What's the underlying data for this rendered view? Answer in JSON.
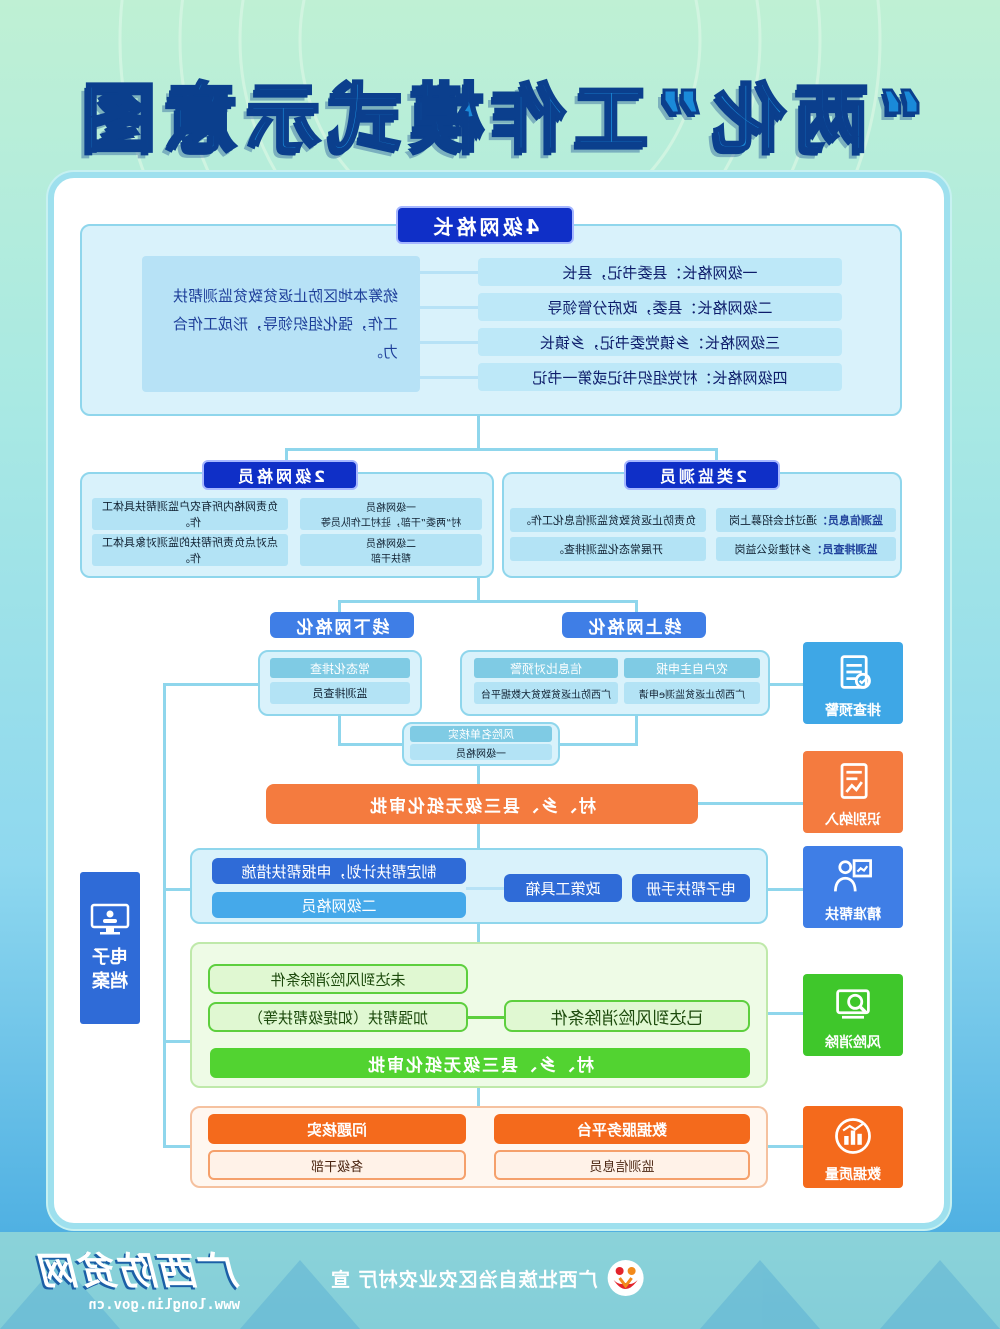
{
  "title": "“两化”工作模式示意图",
  "top": {
    "header": "4级网格长",
    "description": "统筹本地区防止返贫致贫监测帮扶工作，强化组织领导，形成工作合力。",
    "levels": [
      "一级网格长：县委书记，县长",
      "二级网格长：县委，政府分管领导",
      "三级网格长：乡镇党委书记，乡镇长",
      "四级网格长：村党组织书记或第一书记"
    ]
  },
  "left_group": {
    "header": "2级网格员",
    "rows": [
      {
        "label": "一级网格员",
        "label2": "村“两委”干部，驻村工作队员等",
        "desc": "负责网格内所有农户监测帮扶具体工作。"
      },
      {
        "label": "二级网格员",
        "label2": "帮扶干部",
        "desc": "点对点负责所帮扶的监测对象具体工作。"
      }
    ]
  },
  "right_group": {
    "header": "2类监测员",
    "rows": [
      {
        "label_key": "监测信息员：",
        "label_val": "通过社会招募上岗",
        "desc": "负责防止返贫致贫监测信息化工作。"
      },
      {
        "label_key": "监测排查员：",
        "label_val": "乡村建设公益岗",
        "desc": "开展常态化监测排查。"
      }
    ]
  },
  "offline": {
    "header": "线下网格化",
    "cell_header": "常态化排查",
    "cell_value": "监测排查员"
  },
  "online": {
    "header": "线上网格化",
    "cells": [
      {
        "header": "农户自主申报",
        "value": "广西防止返贫监测e申请"
      },
      {
        "header": "信息比对预警",
        "value": "广西防止返贫致贫大数据平台"
      }
    ]
  },
  "verify": {
    "header": "风险名单核实",
    "value": "一级网格员"
  },
  "approve1": "村、乡、县三级无纸化审批",
  "assist": {
    "plan": "制定帮扶计划，申报帮扶措施",
    "grid": "二级网格员",
    "tools": "政策工具箱",
    "manual": "电子帮扶手册"
  },
  "eliminate": {
    "not_reached": "未达到风险消除条件",
    "strengthen": "加强帮扶（如提级帮扶等）",
    "reached": "已达到风险消除条件",
    "approve": "村、乡、县三级无纸化审批"
  },
  "quality": {
    "service": "数据服务平台",
    "service_sub": "监测信息员",
    "check": "问题核实",
    "check_sub": "各级干部"
  },
  "archive": {
    "label": "电子档案"
  },
  "side": [
    {
      "label": "排查预警",
      "icon": "checklist-icon",
      "color": "#3ea7e6"
    },
    {
      "label": "识别纳入",
      "icon": "document-icon",
      "color": "#f47b3f"
    },
    {
      "label": "精准帮扶",
      "icon": "presenter-icon",
      "color": "#3f7ee6"
    },
    {
      "label": "风险消除",
      "icon": "magnifier-icon",
      "color": "#3fc72b"
    },
    {
      "label": "数据质量",
      "icon": "chart-icon",
      "color": "#f46a1c"
    }
  ],
  "footer": {
    "logo_text": "广西防贫网",
    "url": "www.longlin.gov.cn",
    "org": "广西壮族自治区农业农村厅 宣"
  }
}
